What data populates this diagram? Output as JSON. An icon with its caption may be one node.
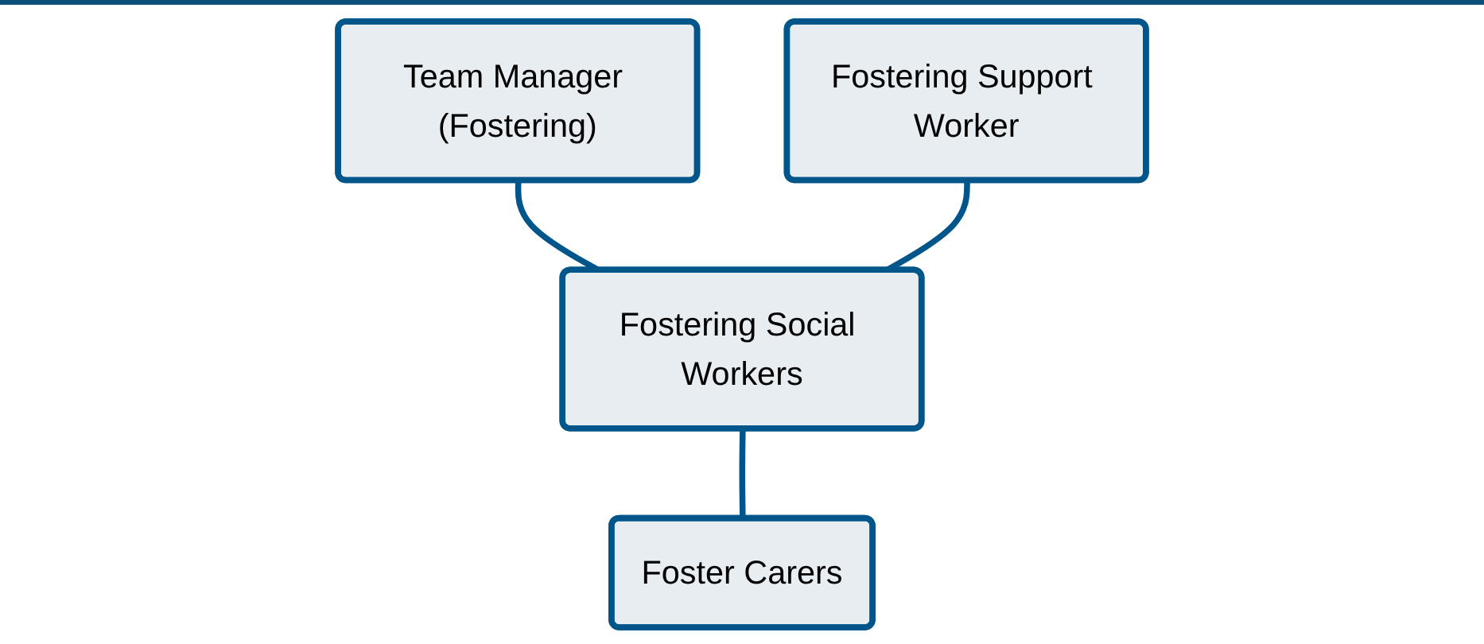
{
  "diagram": {
    "nodes": [
      {
        "text": [
          "Team Manager (Fostering)"
        ]
      },
      {
        "text": [
          "Fostering Support Worker"
        ]
      },
      {
        "text": [
          "Fostering Social Workers"
        ]
      },
      {
        "text": [
          "Foster Carers"
        ]
      }
    ],
    "edges": [
      {
        "from": 0,
        "to": 2,
        "arrow": "none"
      },
      {
        "from": 1,
        "to": 2,
        "arrow": "none"
      },
      {
        "from": 2,
        "to": 3,
        "arrow": "none"
      }
    ]
  }
}
